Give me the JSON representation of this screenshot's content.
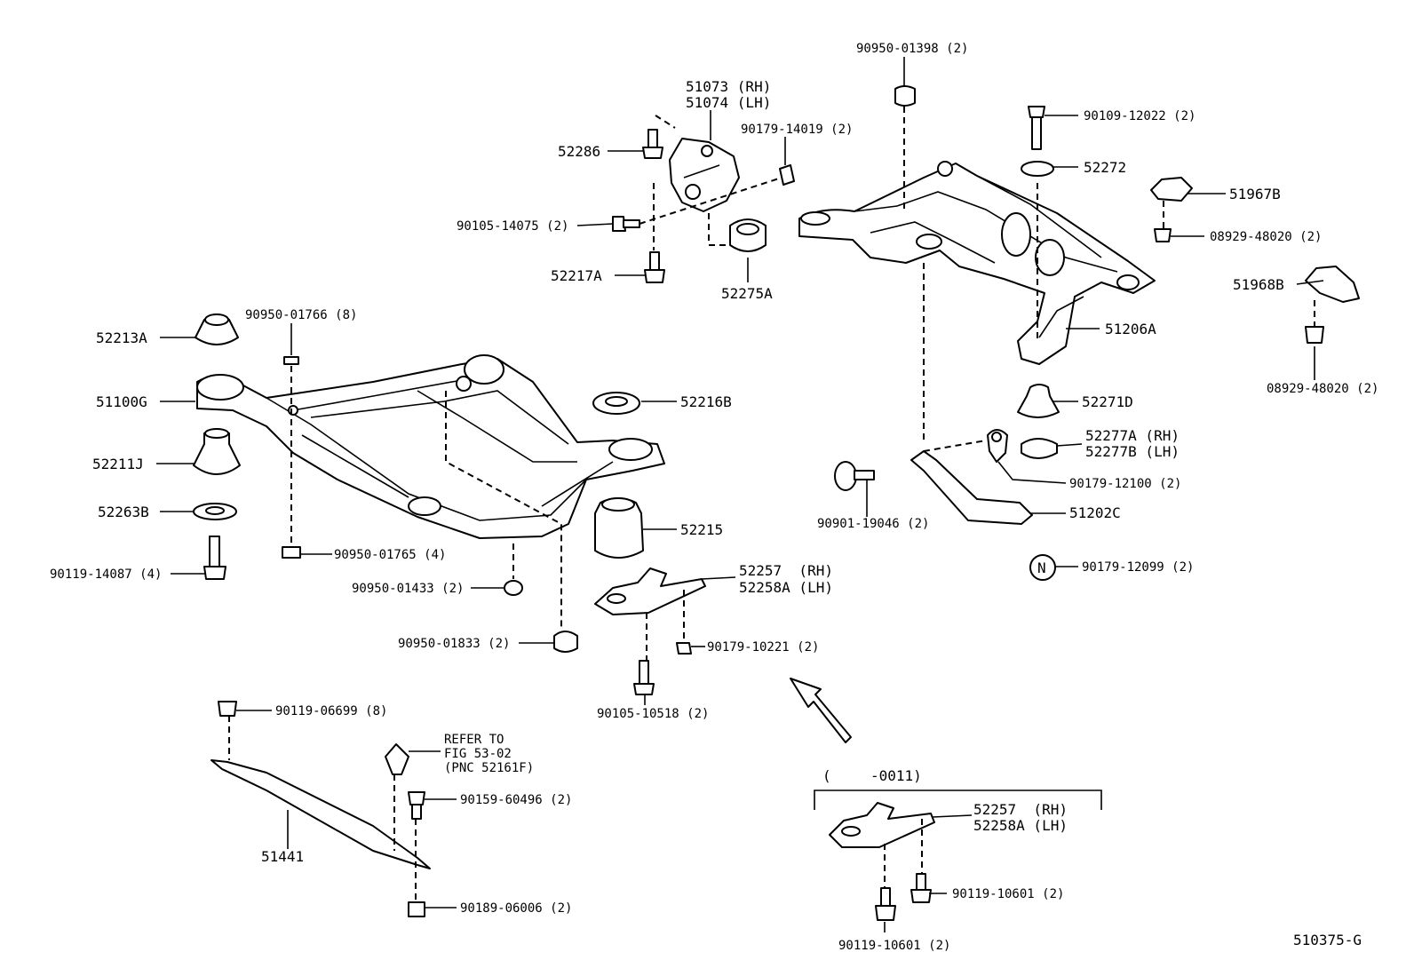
{
  "figure_code": "510375-G",
  "refer": {
    "line1": "REFER TO",
    "line2": "FIG 53-02",
    "line3": "(PNC 52161F)"
  },
  "date_range": {
    "open": "(",
    "range": "-0011)"
  },
  "callouts": {
    "p90950_01398": "90950-01398 (2)",
    "p51073": "51073 (RH)",
    "p51074": "51074 (LH)",
    "p52286": "52286",
    "p90179_14019": "90179-14019 (2)",
    "p90105_14075": "90105-14075 (2)",
    "p52217A": "52217A",
    "p52275A": "52275A",
    "p90109_12022": "90109-12022 (2)",
    "p52272": "52272",
    "p51967B": "51967B",
    "p08929_48020_a": "08929-48020 (2)",
    "p51968B": "51968B",
    "p51206A": "51206A",
    "p08929_48020_b": "08929-48020 (2)",
    "p52213A": "52213A",
    "p90950_01766": "90950-01766 (8)",
    "p51100G": "51100G",
    "p52211J": "52211J",
    "p52263B": "52263B",
    "p90119_14087": "90119-14087 (4)",
    "p90950_01765": "90950-01765 (4)",
    "p90950_01433": "90950-01433 (2)",
    "p90950_01833": "90950-01833 (2)",
    "p52216B": "52216B",
    "p52215": "52215",
    "p52257_rh": "52257  (RH)",
    "p52258A_lh": "52258A (LH)",
    "p90179_10221": "90179-10221 (2)",
    "p90105_10518": "90105-10518 (2)",
    "p52271D": "52271D",
    "p52277A": "52277A (RH)",
    "p52277B": "52277B (LH)",
    "p90179_12100": "90179-12100 (2)",
    "p90901_19046": "90901-19046 (2)",
    "p51202C": "51202C",
    "n_symbol": "N",
    "p90179_12099": "90179-12099 (2)",
    "p90119_06699": "90119-06699 (8)",
    "p90159_60496": "90159-60496 (2)",
    "p51441": "51441",
    "p90189_06006": "90189-06006 (2)",
    "p52257_rh_b": "52257  (RH)",
    "p52258A_lh_b": "52258A (LH)",
    "p90119_10601_a": "90119-10601 (2)",
    "p90119_10601_b": "90119-10601 (2)"
  }
}
